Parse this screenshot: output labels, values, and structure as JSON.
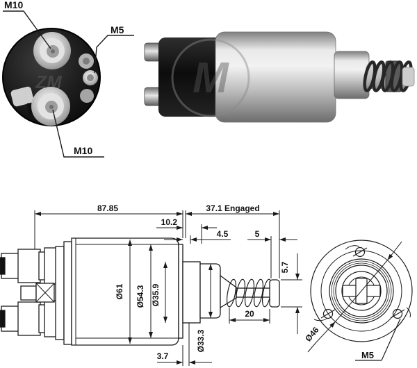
{
  "rear_view_photo": {
    "label_m10_top": "M10",
    "label_m5": "M5",
    "label_m10_bottom": "M10",
    "watermark": "ZM"
  },
  "product_photo": {
    "watermark": "M"
  },
  "side_view": {
    "dim_overall": "87.85",
    "dim_engaged": "37.1 Engaged",
    "dim_10_2": "10.2",
    "dim_4_5": "4.5",
    "dim_5": "5",
    "dim_5_7": "5.7",
    "dia_61": "Ø61",
    "dia_54_3": "Ø54.3",
    "dia_35_9": "Ø35.9",
    "dia_33_3": "Ø33.3",
    "dim_20": "20",
    "dim_3_7": "3.7"
  },
  "front_view": {
    "dia_46": "Ø46",
    "label_m5": "M5"
  },
  "colors": {
    "line": "#1a1a1a",
    "text": "#111111",
    "background": "#ffffff"
  }
}
